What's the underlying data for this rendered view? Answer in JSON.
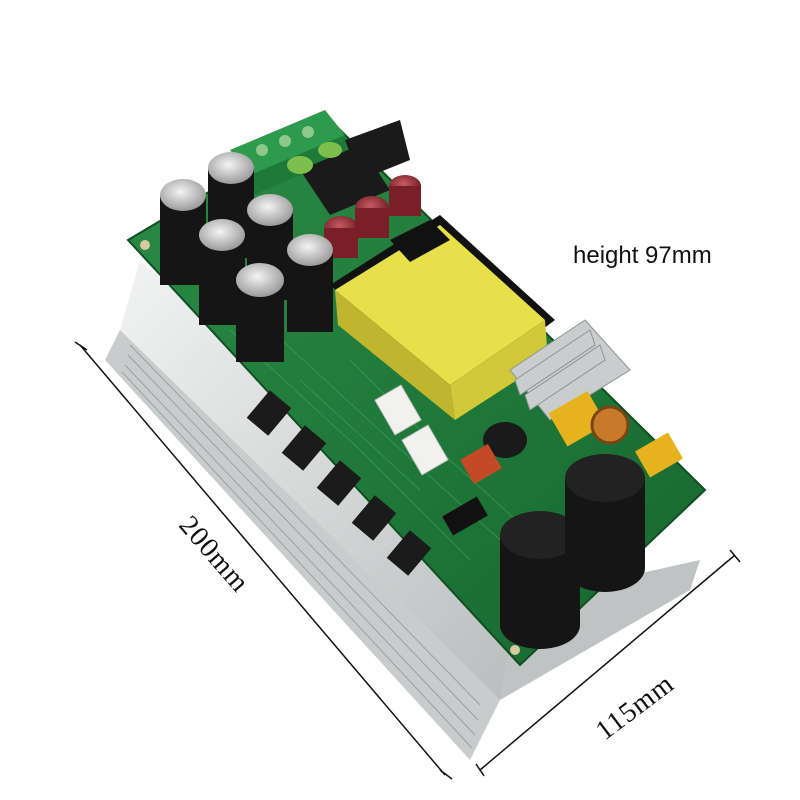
{
  "labels": {
    "height": "height 97mm",
    "length": "200mm",
    "width": "115mm"
  },
  "colors": {
    "pcb": "#1f7a3a",
    "heatsink": "#d9dcdc",
    "transformer_tape": "#e8e04a",
    "capacitor": "#1a1a1a"
  },
  "icons": {
    "product": "amplifier-board-photo"
  }
}
